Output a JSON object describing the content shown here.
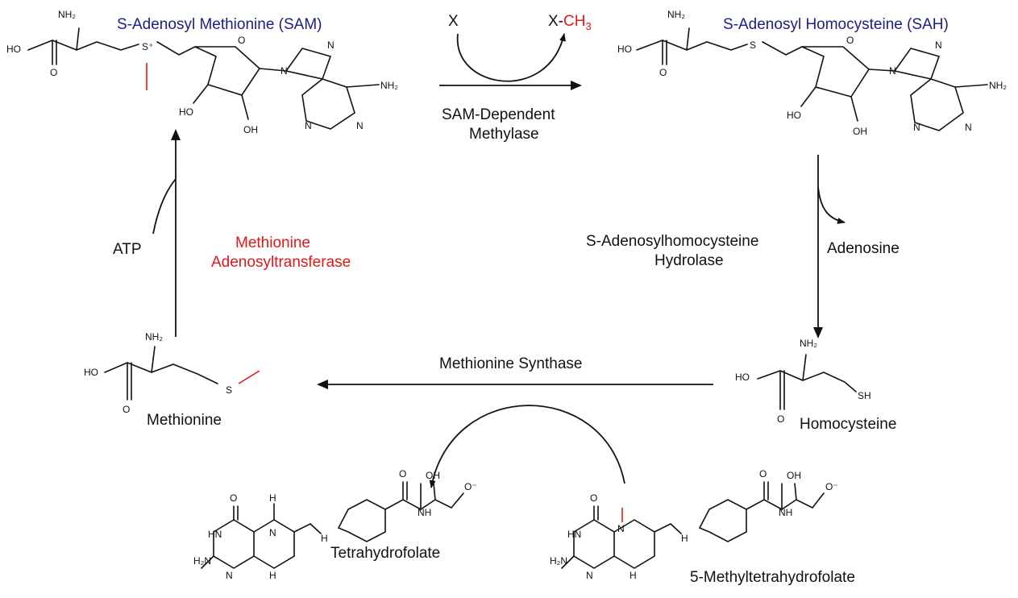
{
  "compounds": {
    "sam": "S-Adenosyl Methionine (SAM)",
    "sah": "S-Adenosyl Homocysteine (SAH)",
    "methionine": "Methionine",
    "homocysteine": "Homocysteine",
    "thf": "Tetrahydrofolate",
    "mthf": "5-Methyltetrahydrofolate"
  },
  "methylation": {
    "substrate": "X",
    "product_prefix": "X-",
    "product_methyl": "CH",
    "product_methyl_sub": "3"
  },
  "enzymes": {
    "methylase_line1": "SAM-Dependent",
    "methylase_line2": "Methylase",
    "hydrolase_line1": "S-Adenosylhomocysteine",
    "hydrolase_line2": "Hydrolase",
    "mat_line1": "Methionine",
    "mat_line2": "Adenosyltransferase",
    "synthase": "Methionine Synthase"
  },
  "cofactors": {
    "atp": "ATP",
    "adenosine": "Adenosine"
  },
  "atoms": {
    "nh2": "NH₂",
    "ho": "HO",
    "o": "O",
    "s": "S",
    "s_plus": "S⁺",
    "n": "N",
    "oh": "OH",
    "sh": "SH",
    "hn": "HN",
    "h2n": "H₂N",
    "nh": "NH",
    "h": "H",
    "o_minus": "O⁻"
  },
  "colors": {
    "compound_label": "#1c1c8c",
    "methyl_highlight": "#e01818",
    "enzyme_highlight": "#e01818"
  }
}
